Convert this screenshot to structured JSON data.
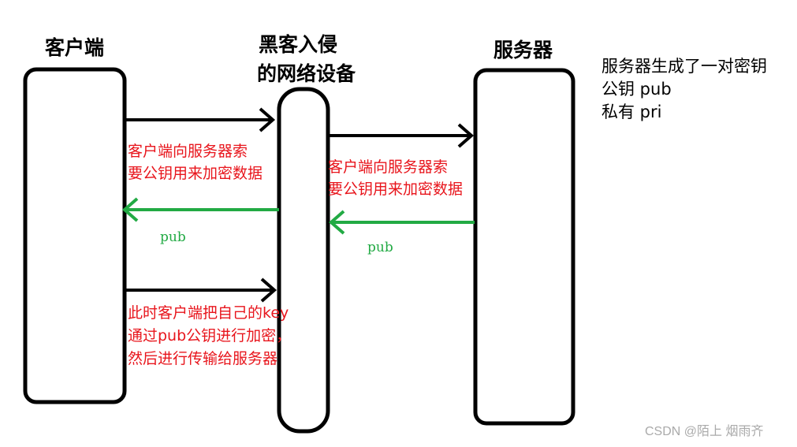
{
  "labels": {
    "client": "客户端",
    "attacker_line1": "黑客入侵",
    "attacker_line2": "的网络设备",
    "server": "服务器"
  },
  "server_note": {
    "line1": "服务器生成了一对密钥",
    "line2": "公钥 pub",
    "line3": "私有 pri"
  },
  "messages": {
    "client_request_1": "客户端向服务器索",
    "client_request_2": "要公钥用来加密数据",
    "relay_request_1": "客户端向服务器索",
    "relay_request_2": "要公钥用来加密数据",
    "pub_to_client": "pub",
    "pub_to_attacker": "pub",
    "key_send_1": "此时客户端把自己的key",
    "key_send_2": "通过pub公钥进行加密，",
    "key_send_3": "然后进行传输给服务器"
  },
  "watermark": "CSDN @陌上 烟雨齐",
  "colors": {
    "black_arrow": "#000000",
    "green_arrow": "#22aa44",
    "red_text": "#e8151c"
  }
}
